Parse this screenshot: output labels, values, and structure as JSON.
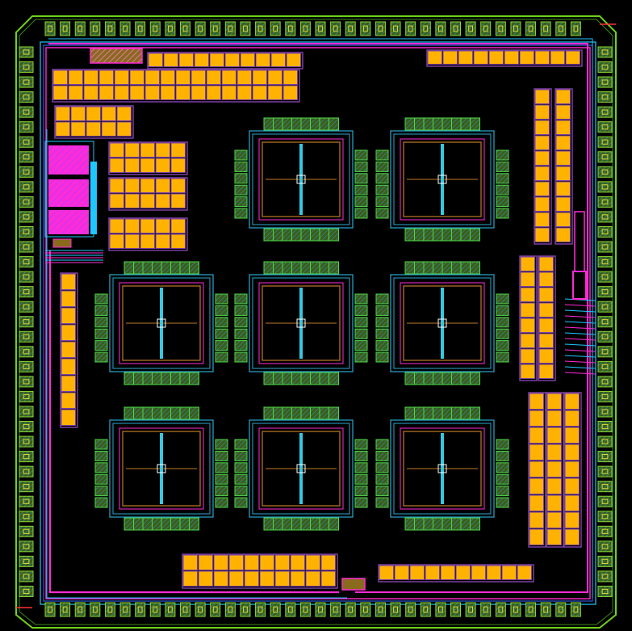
{
  "colors": {
    "background": "#000000",
    "boundary": "#6fd11a",
    "pad_fill": "#3f5c10",
    "pad_border": "#8ad82a",
    "pad_core": "#d8db3a",
    "pad_hatch": "#2a6b8a",
    "metal_block": "#ffb300",
    "metal_block_border": "#7a3fa0",
    "metal_route": "#1ec8ff",
    "poly_route": "#ff2bd6",
    "implant": "#ff30e0",
    "frame": "#c07a28",
    "cell_ring": "#2aa8d0",
    "cell_line": "#35c8e0",
    "cell_port": "#4fd848",
    "cell_port_inner": "#8b2c3c"
  },
  "layout": {
    "cell_rows": 3,
    "cell_cols": 3,
    "missing_cells": [
      "0-0"
    ],
    "top_pad_count": 36,
    "bottom_pad_count": 36,
    "left_pad_count": 37,
    "right_pad_count": 37,
    "cell_ports_per_side": 8,
    "icons": [
      "chip-boundary",
      "io-pad",
      "macro-cell",
      "decap-block"
    ]
  }
}
